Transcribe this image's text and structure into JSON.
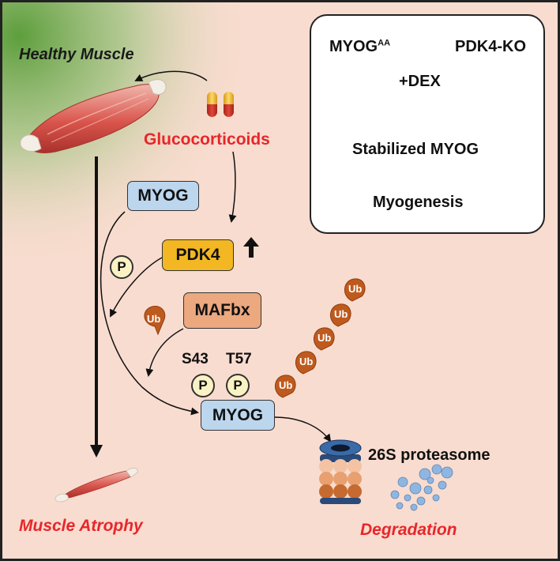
{
  "diagram": {
    "healthy_muscle": "Healthy Muscle",
    "glucocorticoids": "Glucocorticoids",
    "myog_top": "MYOG",
    "phospho": "P",
    "pdk4": "PDK4",
    "mafbx": "MAFbx",
    "ub": "Ub",
    "s43": "S43",
    "t57": "T57",
    "myog_bottom": "MYOG",
    "proteasome": "26S proteasome",
    "muscle_atrophy": "Muscle Atrophy",
    "degradation": "Degradation",
    "inset": {
      "myog_aa": "MYOG",
      "myog_aa_sup": "AA",
      "pdk4_ko": "PDK4-KO",
      "dex": "+DEX",
      "stabilized": "Stabilized MYOG",
      "myogenesis": "Myogenesis"
    }
  },
  "colors": {
    "highlight_red": "#e8262a",
    "myog_box": "#bcd6ee",
    "pdk4_box": "#f2b722",
    "mafbx_box": "#eca87f",
    "ub": "#bf5a1e",
    "phospho_circle": "#fbf2c4",
    "healthy_glow": "#6fae4a"
  }
}
